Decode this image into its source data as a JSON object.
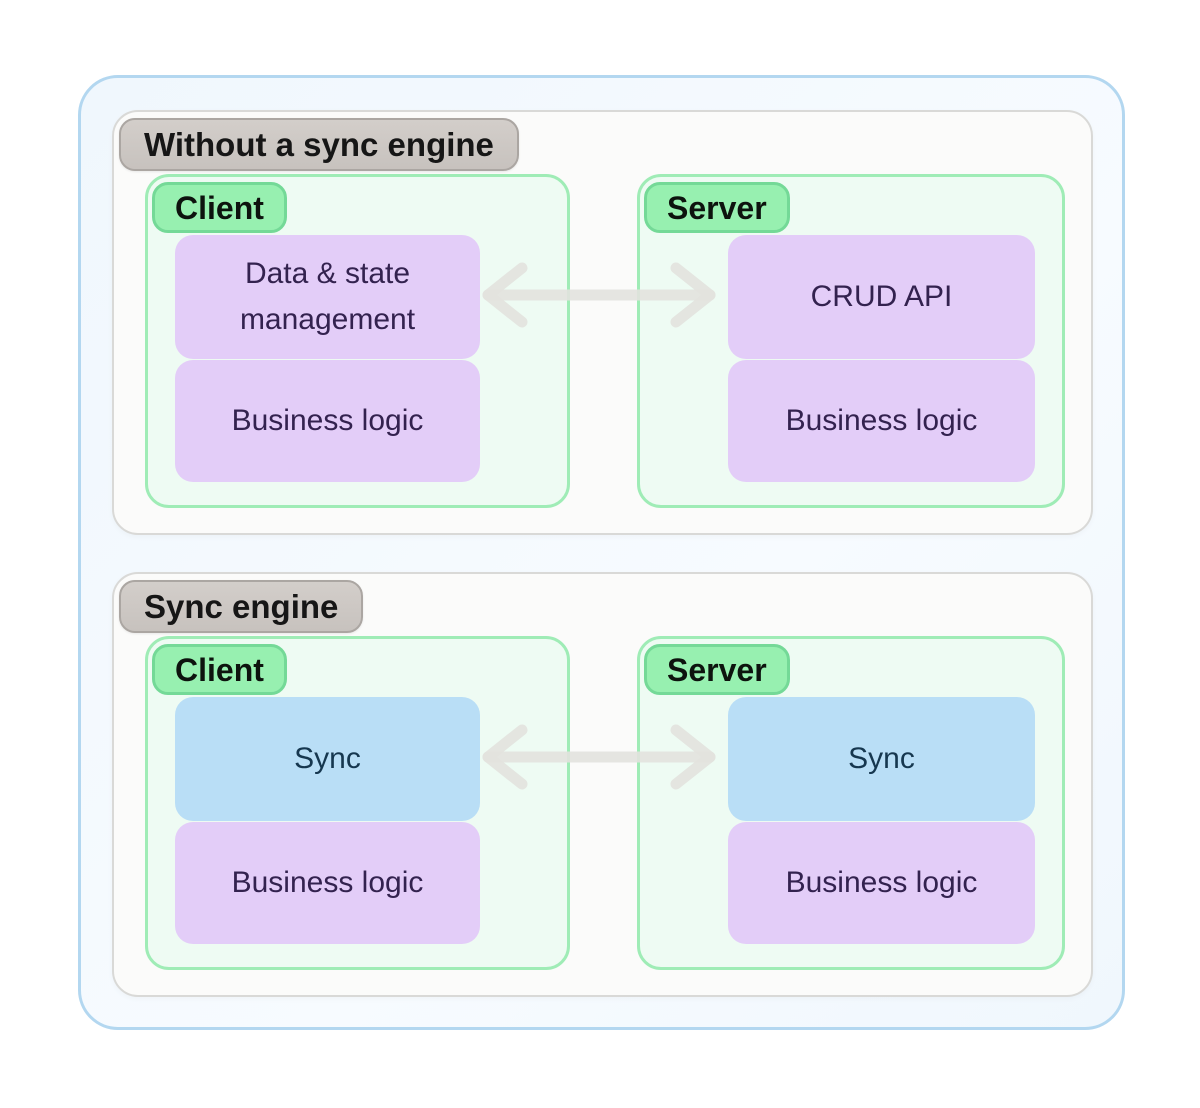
{
  "diagram": {
    "sections": [
      {
        "label": "Without a sync engine",
        "groups": [
          {
            "label": "Client",
            "boxes": [
              {
                "text": "Data & state management"
              },
              {
                "text": "Business logic"
              }
            ]
          },
          {
            "label": "Server",
            "boxes": [
              {
                "text": "CRUD API"
              },
              {
                "text": "Business logic"
              }
            ]
          }
        ],
        "arrow": "bidirectional-arrow"
      },
      {
        "label": "Sync engine",
        "groups": [
          {
            "label": "Client",
            "boxes": [
              {
                "text": "Sync"
              },
              {
                "text": "Business logic"
              }
            ]
          },
          {
            "label": "Server",
            "boxes": [
              {
                "text": "Sync"
              },
              {
                "text": "Business logic"
              }
            ]
          }
        ],
        "arrow": "bidirectional-arrow"
      }
    ],
    "colors": {
      "outer-fill": "#f0f7fd",
      "outer-border": "#b3d7f0",
      "section-fill": "#fbfbfa",
      "section-border": "#d9d9d7",
      "tag-fill": "#c7c2be",
      "tag-fill-light": "#d3ceca",
      "tag-border": "#aba6a2",
      "tag-text": "#161616",
      "group-fill": "#eefbf3",
      "group-border": "#9fecb6",
      "pill-fill": "#97f0b0",
      "pill-border": "#74d997",
      "pill-text": "#0d130e",
      "purple-fill": "#e3cdf8",
      "purple-text": "#33224f",
      "blue-fill": "#b9def6",
      "blue-text": "#16374f",
      "arrow": "#e2e2de"
    }
  }
}
